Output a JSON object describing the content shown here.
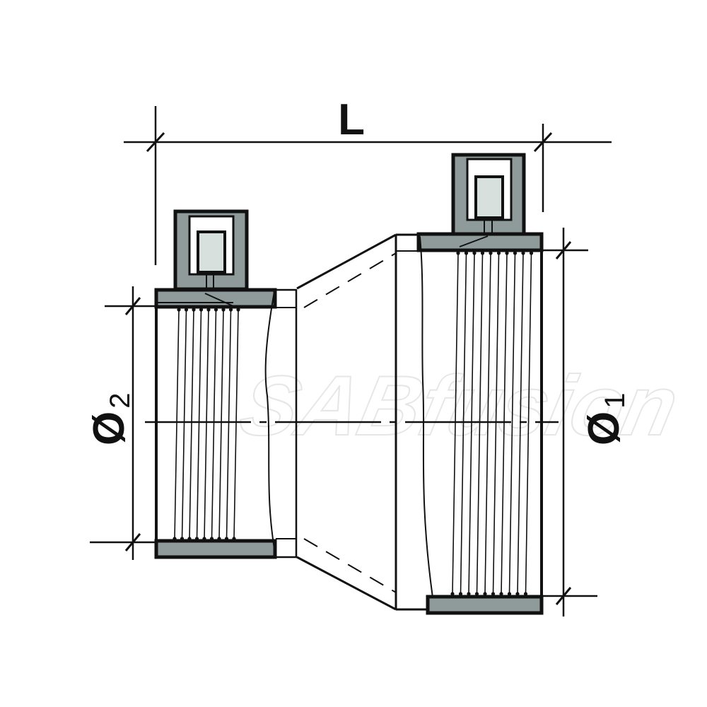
{
  "diagram": {
    "title": "Electrofusion reducer coupling dimensions",
    "labels": {
      "length": "L",
      "diameter_small": "Ø",
      "diameter_small_sub": "2",
      "diameter_large": "Ø",
      "diameter_large_sub": "1"
    },
    "watermark": "SABfusion",
    "colors": {
      "body_gray": "#8f9b9b",
      "terminal_inner": "#d8e0de",
      "line": "#111111"
    }
  }
}
